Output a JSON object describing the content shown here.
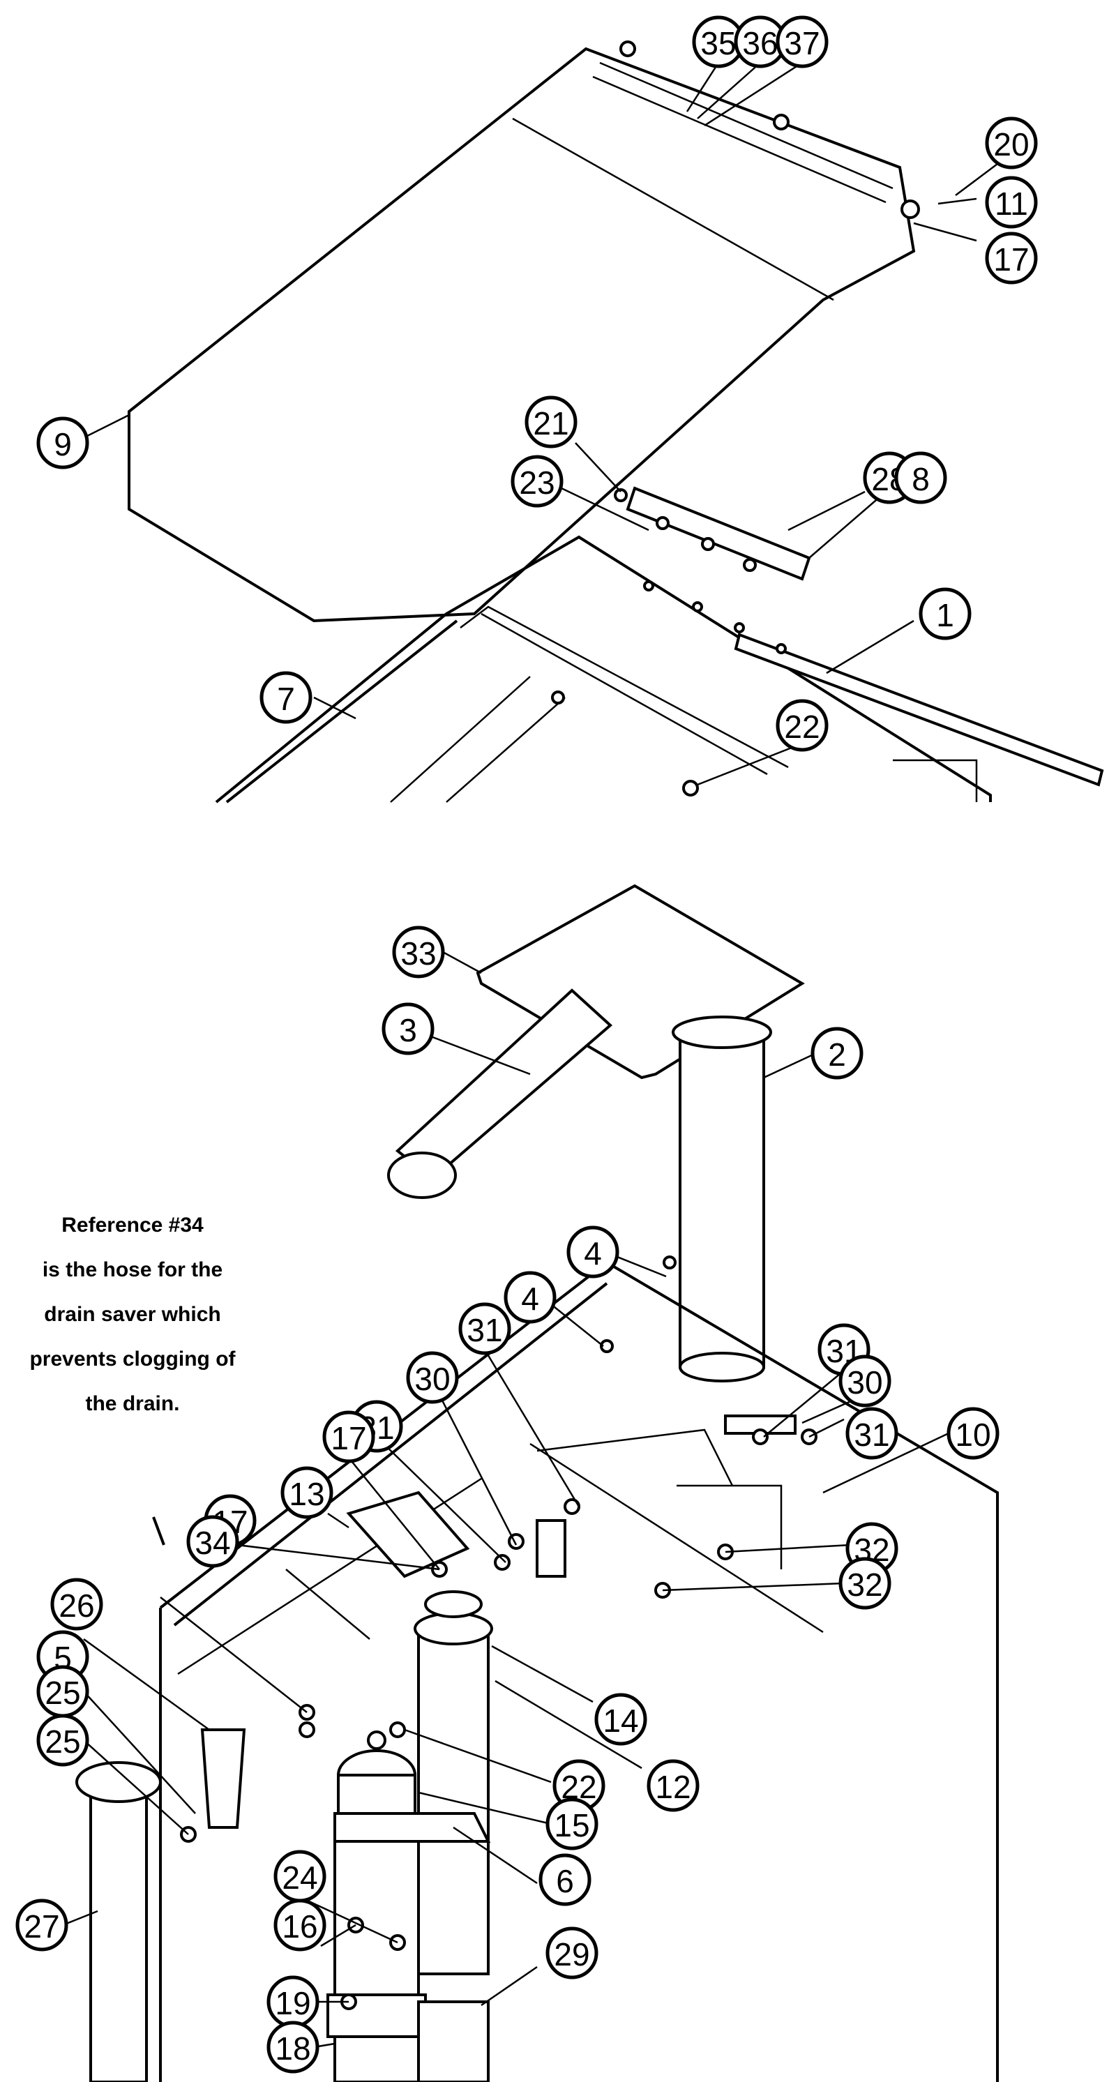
{
  "upper_view": {
    "callouts": [
      "35",
      "36",
      "37",
      "20",
      "11",
      "17",
      "9",
      "21",
      "23",
      "28",
      "8",
      "1",
      "7",
      "22"
    ]
  },
  "lower_view": {
    "callouts": [
      "33",
      "3",
      "2",
      "4",
      "4",
      "31",
      "30",
      "31",
      "31",
      "30",
      "31",
      "10",
      "17",
      "13",
      "17",
      "34",
      "26",
      "5",
      "25",
      "25",
      "27",
      "32",
      "32",
      "14",
      "12",
      "22",
      "15",
      "6",
      "24",
      "16",
      "29",
      "19",
      "18"
    ]
  },
  "reference_note": {
    "lines": [
      "Reference #34",
      "is the hose for the",
      "drain saver which",
      "prevents clogging of",
      "the drain."
    ]
  }
}
